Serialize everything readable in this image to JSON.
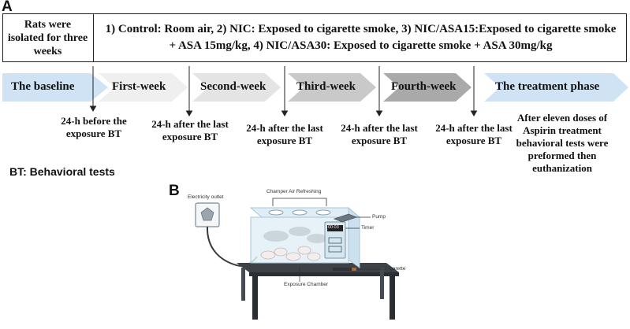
{
  "panel_a": {
    "letter": "A",
    "header_left": "Rats were isolated for three weeks",
    "header_right": "1) Control: Room air, 2) NIC: Exposed to cigarette smoke, 3) NIC/ASA15:Exposed to cigarette smoke + ASA 15mg/kg, 4) NIC/ASA30: Exposed to cigarette smoke + ASA 30mg/kg",
    "phases": [
      {
        "label": "The baseline",
        "color": "#cfe3f5"
      },
      {
        "label": "First-week",
        "color": "#efefef"
      },
      {
        "label": "Second-week",
        "color": "#e4e4e4"
      },
      {
        "label": "Third-week",
        "color": "#c9c9c9"
      },
      {
        "label": "Fourth-week",
        "color": "#a9a9a9"
      },
      {
        "label": "The treatment phase",
        "color": "#cfe3f5"
      }
    ],
    "notes": [
      "24-h before the exposure BT",
      "24-h after the last exposure BT",
      "24-h after the last exposure BT",
      "24-h after the last exposure BT",
      "24-h after the last exposure BT",
      "After eleven doses of Aspirin treatment behavioral tests were preformed then euthanization"
    ],
    "legend": "BT: Behavioral tests"
  },
  "panel_b": {
    "letter": "B",
    "labels": {
      "outlet": "Electricity outlet",
      "air": "Champer Air Refreshing",
      "pump": "Pump",
      "timer": "Timer",
      "timer_display": "00:03",
      "cigarette": "Cigarette",
      "chamber": "Exposure Chamber"
    }
  }
}
